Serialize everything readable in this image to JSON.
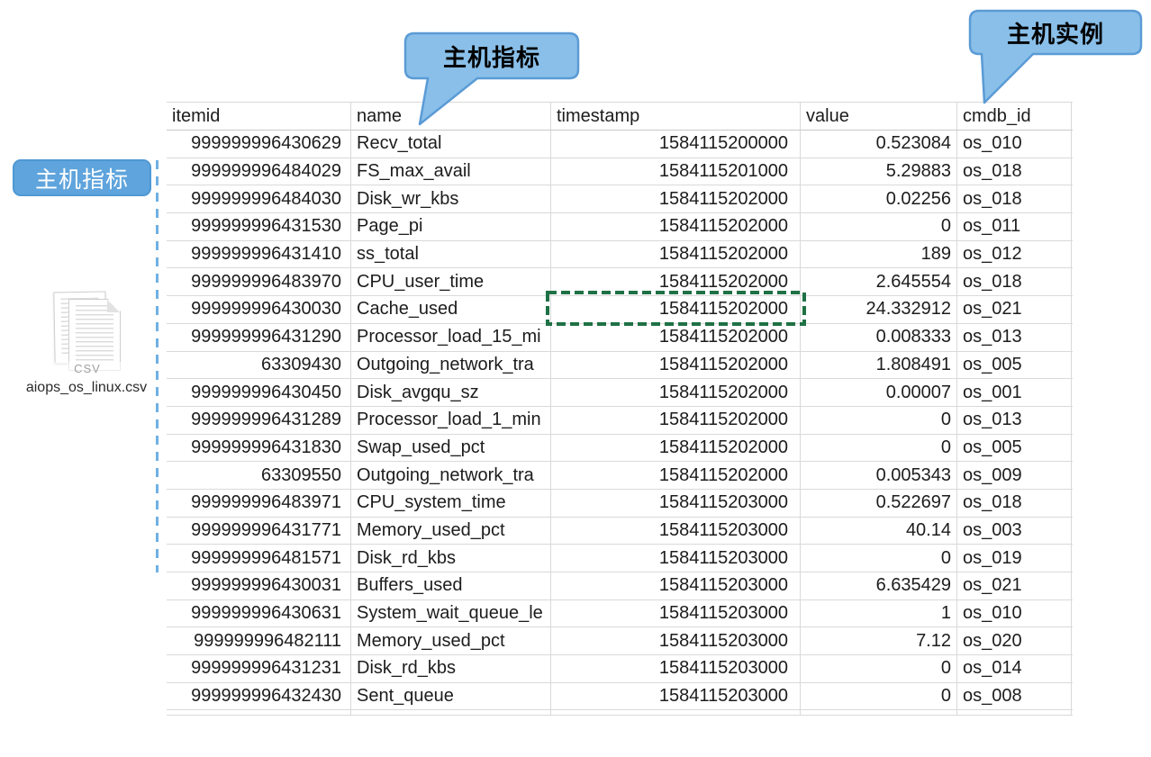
{
  "annotations": {
    "metric_callout": "主机指标",
    "instance_callout": "主机实例",
    "metric_label": "主机指标",
    "colors": {
      "callout_fill": "#89bfe9",
      "callout_border": "#5b9bd5",
      "label_fill": "#5fa4dc",
      "dashed_line_blue": "#6fb0e3",
      "selection_green": "#1e7145"
    }
  },
  "file": {
    "icon": "csv-file-icon",
    "icon_text": "CSV",
    "filename": "aiops_os_linux.csv"
  },
  "table": {
    "columns": [
      "itemid",
      "name",
      "timestamp",
      "value",
      "cmdb_id"
    ],
    "rows": [
      [
        "999999996430629",
        "Recv_total",
        "1584115200000",
        "0.523084",
        "os_010"
      ],
      [
        "999999996484029",
        "FS_max_avail",
        "1584115201000",
        "5.29883",
        "os_018"
      ],
      [
        "999999996484030",
        "Disk_wr_kbs",
        "1584115202000",
        "0.02256",
        "os_018"
      ],
      [
        "999999996431530",
        "Page_pi",
        "1584115202000",
        "0",
        "os_011"
      ],
      [
        "999999996431410",
        "ss_total",
        "1584115202000",
        "189",
        "os_012"
      ],
      [
        "999999996483970",
        "CPU_user_time",
        "1584115202000",
        "2.645554",
        "os_018"
      ],
      [
        "999999996430030",
        "Cache_used",
        "1584115202000",
        "24.332912",
        "os_021"
      ],
      [
        "999999996431290",
        "Processor_load_15_mi",
        "1584115202000",
        "0.008333",
        "os_013"
      ],
      [
        "63309430",
        "Outgoing_network_tra",
        "1584115202000",
        "1.808491",
        "os_005"
      ],
      [
        "999999996430450",
        "Disk_avgqu_sz",
        "1584115202000",
        "0.00007",
        "os_001"
      ],
      [
        "999999996431289",
        "Processor_load_1_min",
        "1584115202000",
        "0",
        "os_013"
      ],
      [
        "999999996431830",
        "Swap_used_pct",
        "1584115202000",
        "0",
        "os_005"
      ],
      [
        "63309550",
        "Outgoing_network_tra",
        "1584115202000",
        "0.005343",
        "os_009"
      ],
      [
        "999999996483971",
        "CPU_system_time",
        "1584115203000",
        "0.522697",
        "os_018"
      ],
      [
        "999999996431771",
        "Memory_used_pct",
        "1584115203000",
        "40.14",
        "os_003"
      ],
      [
        "999999996481571",
        "Disk_rd_kbs",
        "1584115203000",
        "0",
        "os_019"
      ],
      [
        "999999996430031",
        "Buffers_used",
        "1584115203000",
        "6.635429",
        "os_021"
      ],
      [
        "999999996430631",
        "System_wait_queue_le",
        "1584115203000",
        "1",
        "os_010"
      ],
      [
        "999999996482111",
        "Memory_used_pct",
        "1584115203000",
        "7.12",
        "os_020"
      ],
      [
        "999999996431231",
        "Disk_rd_kbs",
        "1584115203000",
        "0",
        "os_014"
      ],
      [
        "999999996432430",
        "Sent_queue",
        "1584115203000",
        "0",
        "os_008"
      ]
    ],
    "selected_cell": {
      "row": 7,
      "column": "timestamp",
      "value": "1584115202000"
    }
  }
}
